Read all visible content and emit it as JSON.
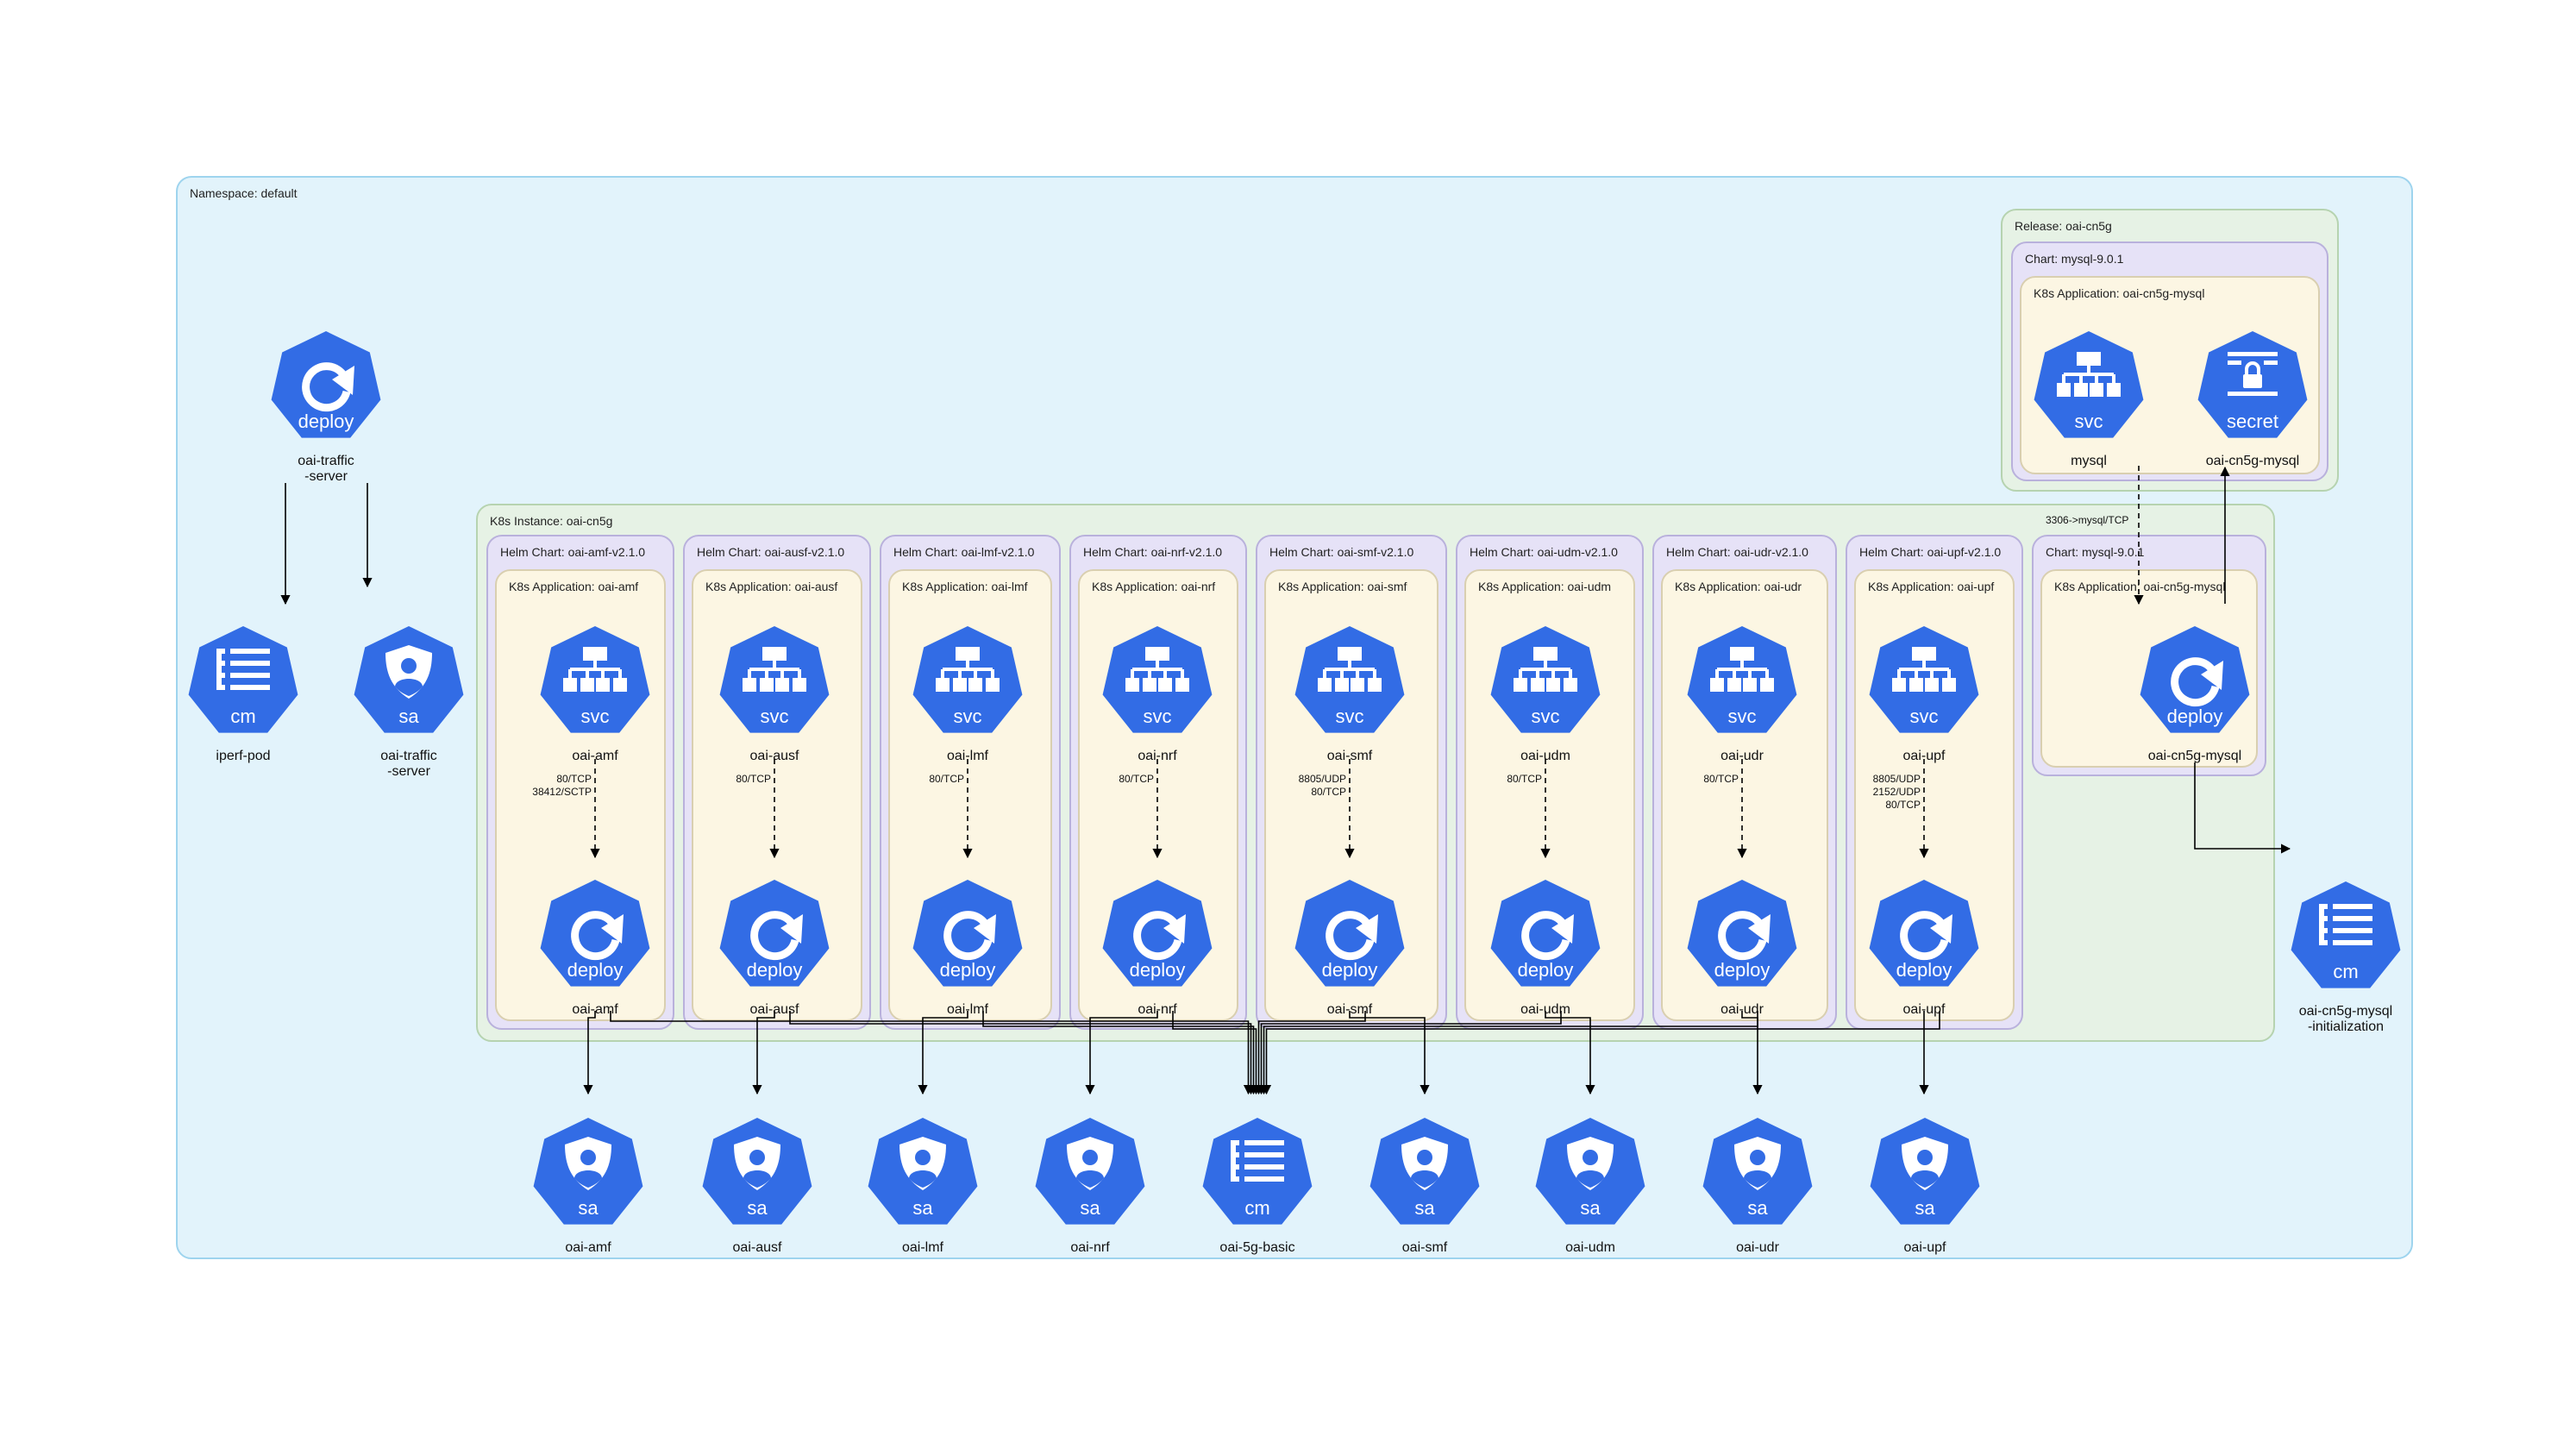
{
  "namespace": {
    "label": "Namespace: default"
  },
  "standalone": {
    "traffic_deploy": {
      "kind": "deploy",
      "name": "oai-traffic\n-server"
    },
    "iperf_cm": {
      "kind": "cm",
      "name": "iperf-pod"
    },
    "traffic_sa": {
      "kind": "sa",
      "name": "oai-traffic\n-server"
    },
    "init_cm": {
      "kind": "cm",
      "name": "oai-cn5g-mysql\n-initialization"
    }
  },
  "release": {
    "label": "Release: oai-cn5g",
    "chart_label": "Chart: mysql-9.0.1",
    "app_label": "K8s Application: oai-cn5g-mysql",
    "svc": {
      "kind": "svc",
      "name": "mysql"
    },
    "secret": {
      "kind": "secret",
      "name": "oai-cn5g-mysql"
    }
  },
  "instance": {
    "label": "K8s Instance: oai-cn5g",
    "charts": [
      {
        "chart": "Helm Chart: oai-amf-v2.1.0",
        "app": "K8s Application: oai-amf",
        "svc": "oai-amf",
        "deploy": "oai-amf",
        "ports": "80/TCP\n38412/SCTP"
      },
      {
        "chart": "Helm Chart: oai-ausf-v2.1.0",
        "app": "K8s Application: oai-ausf",
        "svc": "oai-ausf",
        "deploy": "oai-ausf",
        "ports": "80/TCP"
      },
      {
        "chart": "Helm Chart: oai-lmf-v2.1.0",
        "app": "K8s Application: oai-lmf",
        "svc": "oai-lmf",
        "deploy": "oai-lmf",
        "ports": "80/TCP"
      },
      {
        "chart": "Helm Chart: oai-nrf-v2.1.0",
        "app": "K8s Application: oai-nrf",
        "svc": "oai-nrf",
        "deploy": "oai-nrf",
        "ports": "80/TCP"
      },
      {
        "chart": "Helm Chart: oai-smf-v2.1.0",
        "app": "K8s Application: oai-smf",
        "svc": "oai-smf",
        "deploy": "oai-smf",
        "ports": "8805/UDP\n80/TCP"
      },
      {
        "chart": "Helm Chart: oai-udm-v2.1.0",
        "app": "K8s Application: oai-udm",
        "svc": "oai-udm",
        "deploy": "oai-udm",
        "ports": "80/TCP"
      },
      {
        "chart": "Helm Chart: oai-udr-v2.1.0",
        "app": "K8s Application: oai-udr",
        "svc": "oai-udr",
        "deploy": "oai-udr",
        "ports": "80/TCP"
      },
      {
        "chart": "Helm Chart: oai-upf-v2.1.0",
        "app": "K8s Application: oai-upf",
        "svc": "oai-upf",
        "deploy": "oai-upf",
        "ports": "8805/UDP\n2152/UDP\n80/TCP"
      }
    ],
    "mysql_chart": {
      "chart": "Chart: mysql-9.0.1",
      "app": "K8s Application: oai-cn5g-mysql",
      "deploy": "oai-cn5g-mysql",
      "port": "3306->mysql/TCP"
    }
  },
  "bottom": [
    {
      "kind": "sa",
      "name": "oai-amf"
    },
    {
      "kind": "sa",
      "name": "oai-ausf"
    },
    {
      "kind": "sa",
      "name": "oai-lmf"
    },
    {
      "kind": "sa",
      "name": "oai-nrf"
    },
    {
      "kind": "cm",
      "name": "oai-5g-basic"
    },
    {
      "kind": "sa",
      "name": "oai-smf"
    },
    {
      "kind": "sa",
      "name": "oai-udm"
    },
    {
      "kind": "sa",
      "name": "oai-udr"
    },
    {
      "kind": "sa",
      "name": "oai-upf"
    }
  ],
  "colors": {
    "icon": "#326ce5",
    "namespace_bg": "#e2f3fb",
    "release_bg": "#e6f2e5",
    "chart_bg": "#e6e2f7",
    "app_bg": "#fcf6e3"
  }
}
